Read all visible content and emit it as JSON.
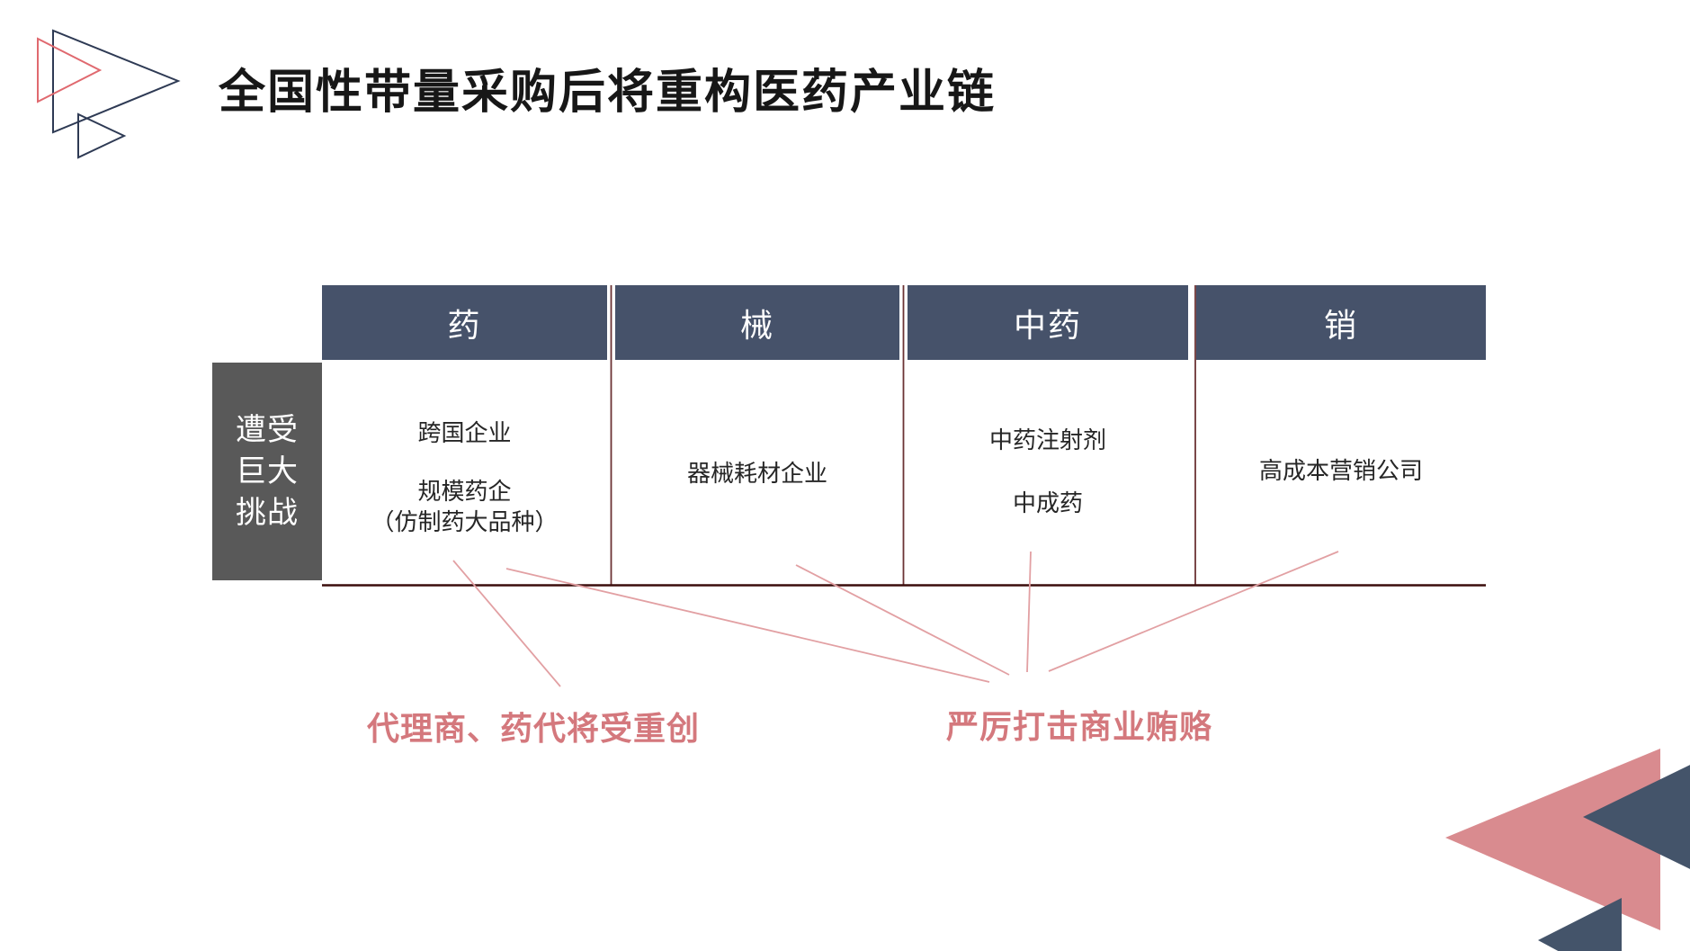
{
  "slide": {
    "title": "全国性带量采购后将重构医药产业链",
    "challenge_box": {
      "line1": "遭受",
      "line2": "巨大",
      "line3": "挑战"
    },
    "columns": [
      {
        "header": "药",
        "items": [
          "跨国企业",
          "规模药企",
          "（仿制药大品种）"
        ]
      },
      {
        "header": "械",
        "items": [
          "器械耗材企业"
        ]
      },
      {
        "header": "中药",
        "items": [
          "中药注射剂",
          "中成药"
        ]
      },
      {
        "header": "销",
        "items": [
          "高成本营销公司"
        ]
      }
    ],
    "callouts": {
      "left": "代理商、药代将受重创",
      "right": "严厉打击商业贿赂"
    },
    "colors": {
      "header_bg": "#46526A",
      "challenge_bg": "#595959",
      "title_text": "#171717",
      "cell_text": "#262626",
      "callout_text": "#D4787D",
      "connector_line": "#E2A0A3",
      "rule_line": "#3B0D0C",
      "divider_line": "#6B3334",
      "triangle_rose_fill": "#D98B8F",
      "triangle_navy_fill": "#44546A",
      "triangle_outline_navy": "#2E3A54",
      "triangle_outline_rose": "#E0696F"
    }
  }
}
